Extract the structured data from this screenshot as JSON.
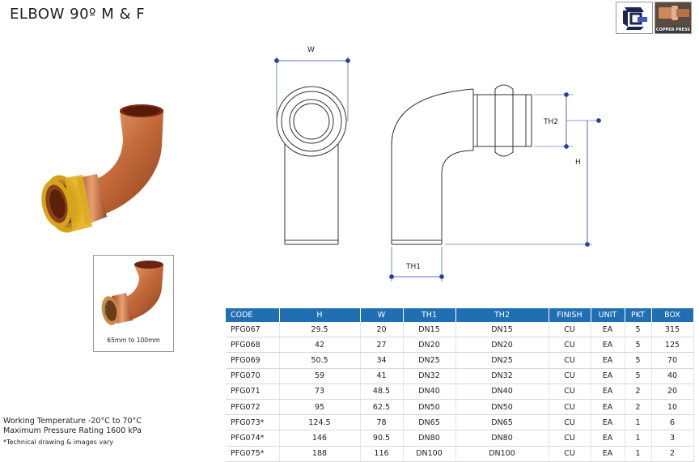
{
  "page": {
    "title": "ELBOW 90º M & F"
  },
  "logos": [
    {
      "name": "gas-logo",
      "text": ""
    },
    {
      "name": "copper-press-logo",
      "text": "COPPER PRESS"
    }
  ],
  "thumbnail": {
    "caption": "65mm to 100mm"
  },
  "drawing": {
    "labels": {
      "w": "W",
      "th1": "TH1",
      "th2": "TH2",
      "h": "H"
    },
    "colors": {
      "dimension": "#2b3f9b",
      "outline": "#333333"
    }
  },
  "table": {
    "header_color": "#1f6fb2",
    "columns": [
      "CODE",
      "H",
      "W",
      "TH1",
      "TH2",
      "FINISH",
      "UNIT",
      "PKT",
      "BOX"
    ],
    "rows": [
      [
        "PFG067",
        "29.5",
        "20",
        "DN15",
        "DN15",
        "CU",
        "EA",
        "5",
        "315"
      ],
      [
        "PFG068",
        "42",
        "27",
        "DN20",
        "DN20",
        "CU",
        "EA",
        "5",
        "125"
      ],
      [
        "PFG069",
        "50.5",
        "34",
        "DN25",
        "DN25",
        "CU",
        "EA",
        "5",
        "70"
      ],
      [
        "PFG070",
        "59",
        "41",
        "DN32",
        "DN32",
        "CU",
        "EA",
        "5",
        "40"
      ],
      [
        "PFG071",
        "73",
        "48.5",
        "DN40",
        "DN40",
        "CU",
        "EA",
        "2",
        "20"
      ],
      [
        "PFG072",
        "95",
        "62.5",
        "DN50",
        "DN50",
        "CU",
        "EA",
        "2",
        "10"
      ],
      [
        "PFG073*",
        "124.5",
        "78",
        "DN65",
        "DN65",
        "CU",
        "EA",
        "1",
        "6"
      ],
      [
        "PFG074*",
        "146",
        "90.5",
        "DN80",
        "DN80",
        "CU",
        "EA",
        "1",
        "3"
      ],
      [
        "PFG075*",
        "188",
        "116",
        "DN100",
        "DN100",
        "CU",
        "EA",
        "1",
        "2"
      ]
    ]
  },
  "notes": {
    "working_temperature": "Working Temperature  -20°C to 70°C",
    "max_pressure": "Maximum Pressure Rating  1600 kPa",
    "disclaimer": "*Technical drawing & images vary"
  }
}
